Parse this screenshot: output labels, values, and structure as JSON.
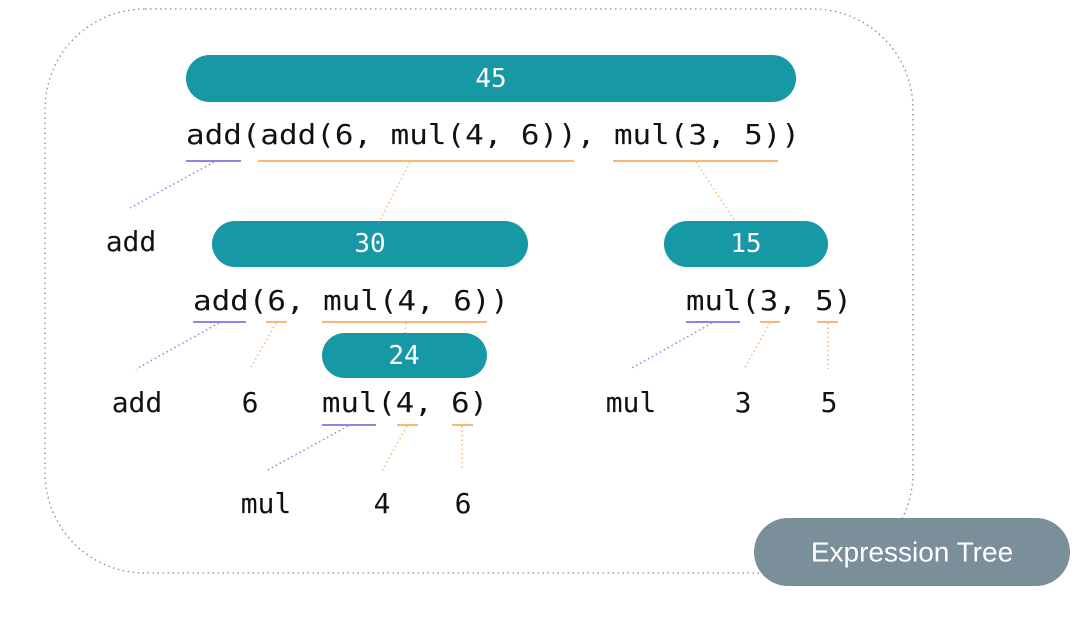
{
  "colors": {
    "pill": "#1798a5",
    "operator_line": "#8a86e6",
    "operand_line": "#f6b874",
    "frame": "#8a8a8a",
    "badge": "#7b8f9b"
  },
  "badge": {
    "label": "Expression Tree"
  },
  "nodes": [
    {
      "id": "root",
      "value": "45",
      "expression": "add(add(6, mul(4, 6)), mul(3, 5))"
    },
    {
      "id": "add-6-mul",
      "value": "30",
      "expression": "add(6, mul(4, 6))"
    },
    {
      "id": "mul-3-5",
      "value": "15",
      "expression": "mul(3, 5)"
    },
    {
      "id": "mul-4-6",
      "value": "24",
      "expression": "mul(4, 6)"
    }
  ],
  "leaves": [
    "add",
    "add",
    "6",
    "mul",
    "3",
    "5",
    "mul",
    "4",
    "6"
  ]
}
